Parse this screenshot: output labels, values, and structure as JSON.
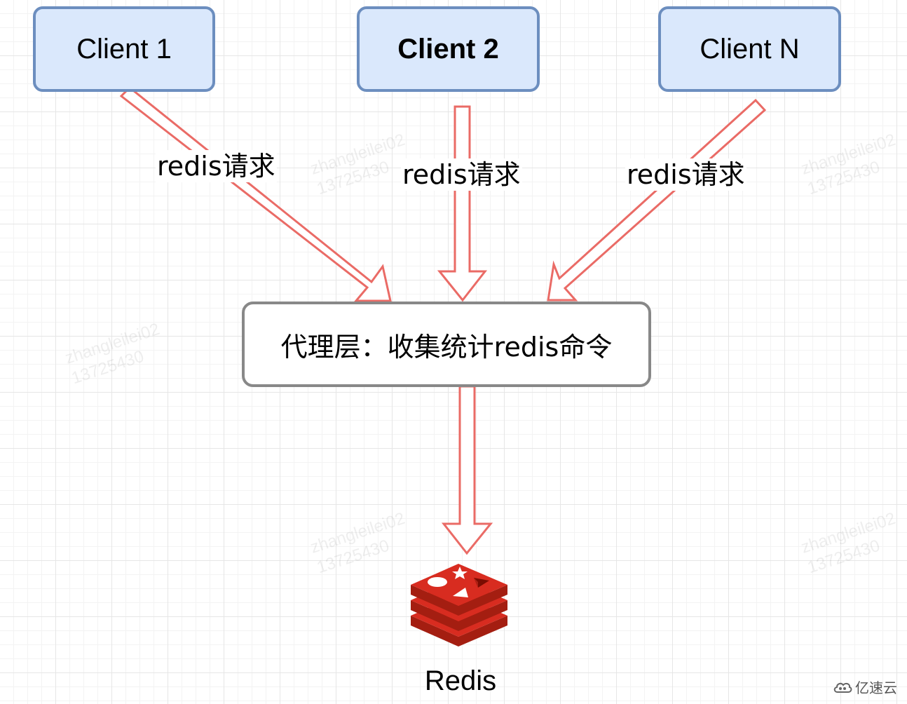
{
  "clients": [
    {
      "label": "Client 1"
    },
    {
      "label": "Client 2"
    },
    {
      "label": "Client N"
    }
  ],
  "edge_labels": [
    "redis请求",
    "redis请求",
    "redis请求"
  ],
  "proxy": {
    "label": "代理层：收集统计redis命令"
  },
  "redis": {
    "label": "Redis",
    "icon": "redis-logo-icon"
  },
  "watermark": {
    "line1": "zhangleilei02",
    "line2": "13725430"
  },
  "brand": {
    "label": "亿速云",
    "icon": "cloud-logo-icon"
  },
  "colors": {
    "client_fill": "#dae8fc",
    "client_border": "#6c8ebf",
    "arrow_stroke": "#ea6b66",
    "proxy_border": "#888888",
    "redis_red": "#d82c20"
  }
}
